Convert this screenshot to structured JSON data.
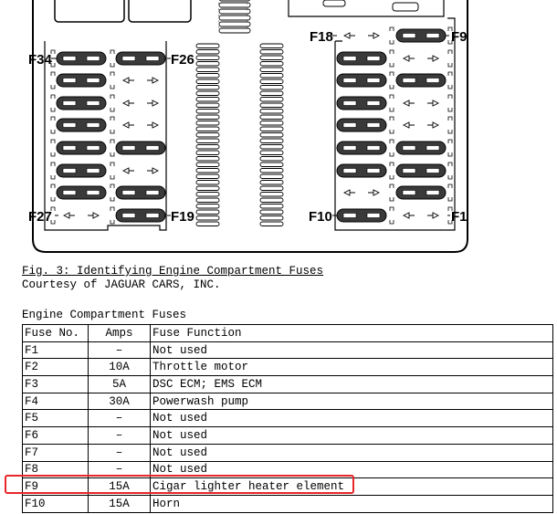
{
  "figure": {
    "caption": "Fig. 3: Identifying Engine Compartment Fuses",
    "credit": "Courtesy of JAGUAR CARS, INC.",
    "callouts": {
      "f34": "F34",
      "f26": "F26",
      "f27": "F27",
      "f19": "F19",
      "f18": "F18",
      "f9": "F9",
      "f10": "F10",
      "f1": "F1"
    }
  },
  "table": {
    "title": "Engine Compartment Fuses",
    "headers": [
      "Fuse No.",
      "Amps",
      "Fuse Function"
    ],
    "rows": [
      [
        "F1",
        "–",
        "Not used"
      ],
      [
        "F2",
        "10A",
        "Throttle motor"
      ],
      [
        "F3",
        "5A",
        "DSC ECM; EMS ECM"
      ],
      [
        "F4",
        "30A",
        "Powerwash pump"
      ],
      [
        "F5",
        "–",
        "Not used"
      ],
      [
        "F6",
        "–",
        "Not used"
      ],
      [
        "F7",
        "–",
        "Not used"
      ],
      [
        "F8",
        "–",
        "Not used"
      ],
      [
        "F9",
        "15A",
        "Cigar lighter heater element"
      ],
      [
        "F10",
        "15A",
        "Horn"
      ]
    ]
  },
  "highlight_color": "#e8262b"
}
